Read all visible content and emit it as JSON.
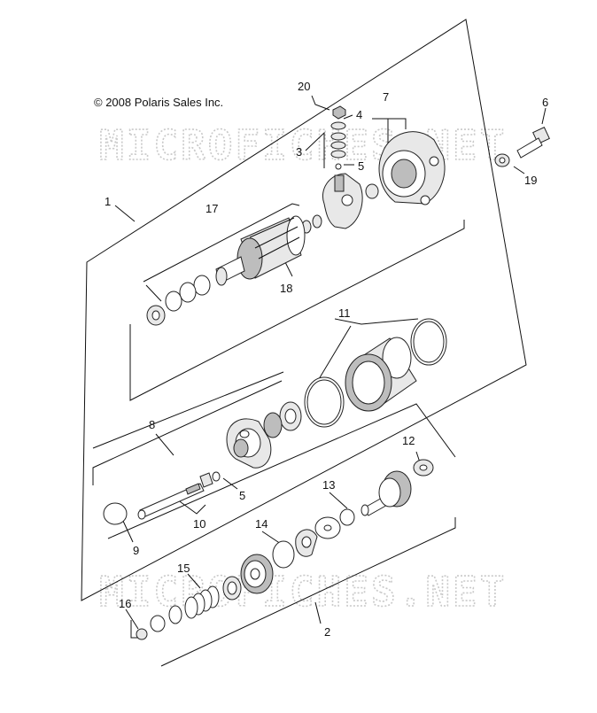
{
  "copyright": "© 2008 Polaris Sales Inc.",
  "watermark": "MICROFICHES.NET",
  "callouts": [
    "1",
    "2",
    "3",
    "4",
    "5",
    "5",
    "6",
    "7",
    "8",
    "9",
    "10",
    "11",
    "12",
    "13",
    "14",
    "15",
    "16",
    "17",
    "18",
    "19",
    "20"
  ]
}
